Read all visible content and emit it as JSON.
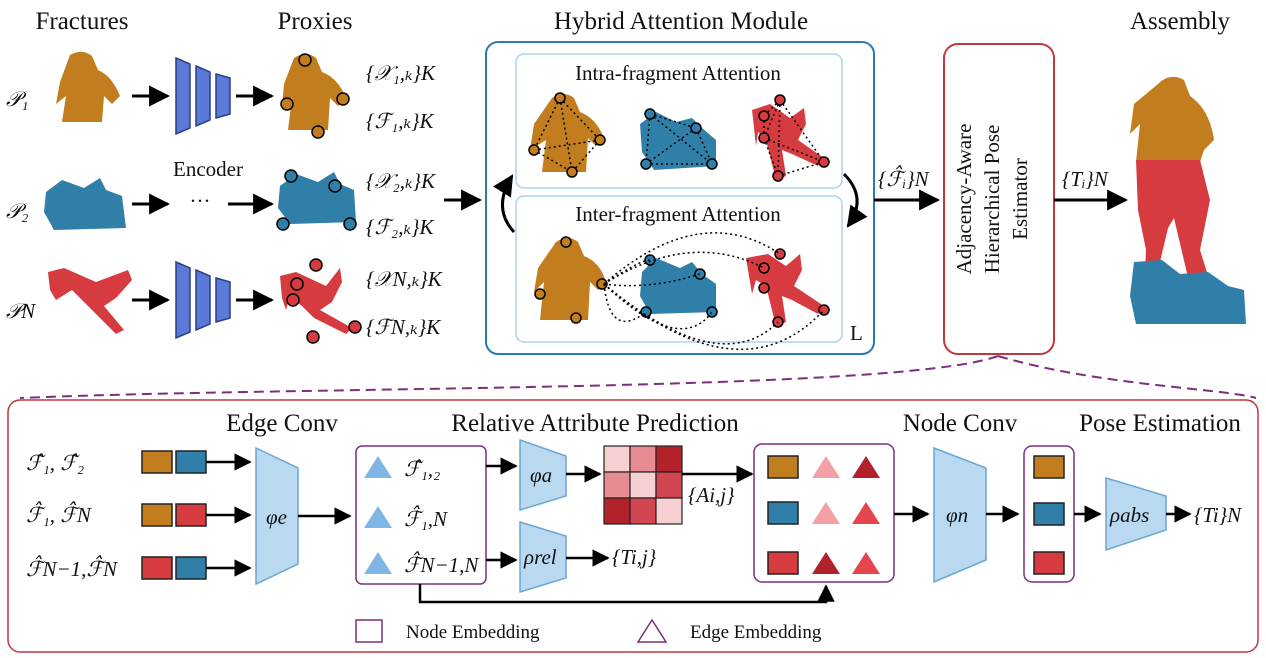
{
  "colors": {
    "orange": "#c17d1e",
    "blue": "#2f7fa8",
    "red": "#d63b3f",
    "encoder": "#5b79d6",
    "light_blue_module": "#b8d9f0",
    "purple": "#7b2f7d",
    "dark_red": "#b3222a"
  },
  "top": {
    "headers": {
      "fractures": "Fractures",
      "proxies": "Proxies",
      "ham": "Hybrid Attention Module",
      "assembly": "Assembly"
    },
    "pieces": [
      "𝒫₁",
      "𝒫₂",
      "𝒫N"
    ],
    "encoder_label": "Encoder",
    "ellipsis": "···",
    "proxy_sets": [
      {
        "x": "{𝒳₁,ₖ}K",
        "f": "{ℱ₁,ₖ}K"
      },
      {
        "x": "{𝒳₂,ₖ}K",
        "f": "{ℱ₂,ₖ}K"
      },
      {
        "x": "{𝒳N,ₖ}K",
        "f": "{ℱN,ₖ}K"
      }
    ],
    "intra_title": "Intra-fragment Attention",
    "inter_title": "Inter-fragment Attention",
    "layers_label": "L",
    "f_hat_out": "{ℱ̂ᵢ}N",
    "estimator_lines": [
      "Adjacency-Aware",
      "Hierarchical Pose",
      "Estimator"
    ],
    "t_out": "{Tᵢ}N"
  },
  "bottom": {
    "headers": {
      "edge_conv": "Edge Conv",
      "rel_attr": "Relative Attribute Prediction",
      "node_conv": "Node Conv",
      "pose_est": "Pose Estimation"
    },
    "pairs": [
      "ℱ̂₁, ℱ̂₂",
      "ℱ̂₁, ℱ̂N",
      "ℱ̂N−1,ℱ̂N"
    ],
    "phi_e": "φe",
    "edge_items": [
      "ℱ̂₁,₂",
      "ℱ̂₁,N",
      "ℱ̂N−1,N"
    ],
    "phi_a": "φa",
    "a_label": "{Ai,j}",
    "rho_rel": "ρrel",
    "t_ij": "{Ti,j}",
    "phi_n": "φn",
    "rho_abs": "ρabs",
    "t_final": "{Ti}N",
    "legend": {
      "node": "Node Embedding",
      "edge": "Edge Embedding"
    },
    "heatmap_colors": [
      [
        "#f6cfd3",
        "#e98b93",
        "#b3222a"
      ],
      [
        "#e98b93",
        "#f6cfd3",
        "#d14650"
      ],
      [
        "#b3222a",
        "#d14650",
        "#f6cfd3"
      ]
    ]
  }
}
